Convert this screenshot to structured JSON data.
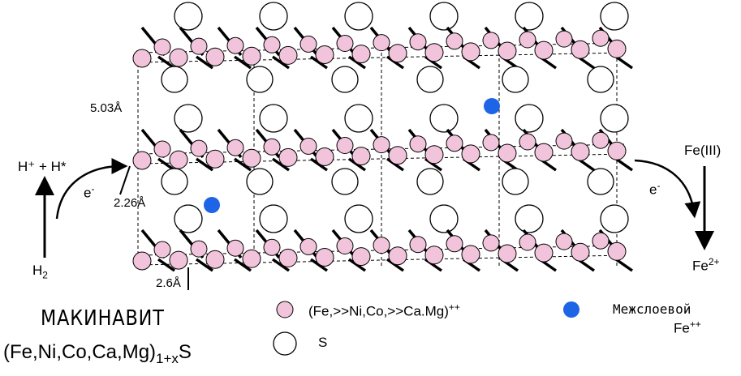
{
  "dimensions": {
    "interlayer": "5.03Å",
    "bond": "2.26Å",
    "atom_spacing": "2.6Å"
  },
  "reaction_left": {
    "product": "H⁺ + H*",
    "electron": "e",
    "electron_sup": "-",
    "reactant": "H",
    "reactant_sub": "2"
  },
  "reaction_right": {
    "reactant": "Fe(III)",
    "electron": "e",
    "electron_sup": "-",
    "product": "Fe",
    "product_sup": "2+"
  },
  "mineral": {
    "name": "МАКИНАВИТ",
    "formula": "(Fe,Ni,Co,Ca,Mg)",
    "formula_sub": "1+x",
    "formula_tail": "S"
  },
  "legend": {
    "metal": {
      "label": "(Fe,>>Ni,Co,>>Ca.Mg)",
      "sup": "++",
      "color": "#f2c4dc"
    },
    "sulfur": {
      "label": "S",
      "color": "#ffffff"
    },
    "interlayer": {
      "label": "Межслоевой",
      "label2": "Fe",
      "label2_sup": "++",
      "color": "#1e64e6"
    }
  },
  "colors": {
    "metal_fill": "#f2c4dc",
    "interlayer_fe": "#1e64e6",
    "line": "#000000"
  }
}
